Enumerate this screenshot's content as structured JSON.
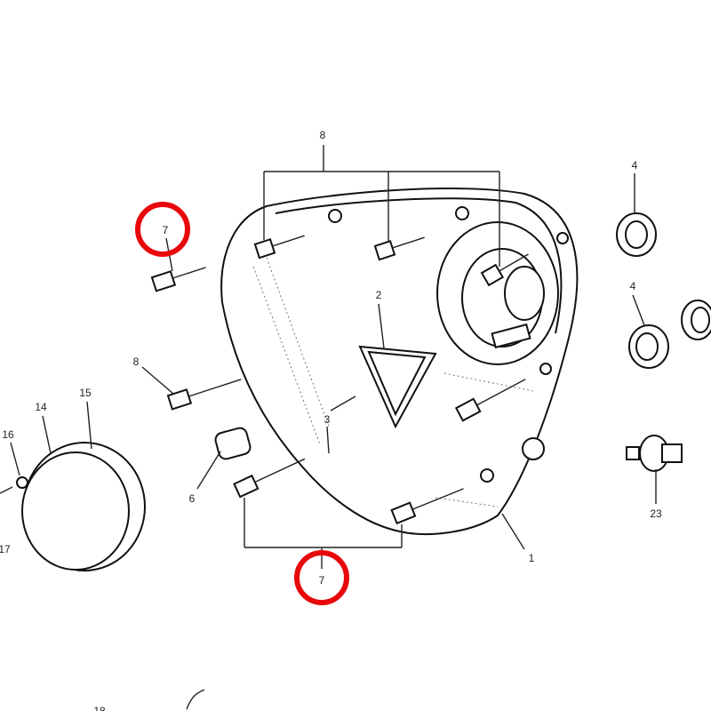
{
  "diagram": {
    "callouts": [
      {
        "id": "top-bolts",
        "label": "8"
      },
      {
        "id": "ring-top",
        "label": "4"
      },
      {
        "id": "bolt-highlighted-left",
        "label": "7",
        "highlighted": true
      },
      {
        "id": "inspection-plate",
        "label": "2"
      },
      {
        "id": "ring-mid",
        "label": "4"
      },
      {
        "id": "left-bolt",
        "label": "8"
      },
      {
        "id": "screws",
        "label": "3"
      },
      {
        "id": "outer-cover",
        "label": "15"
      },
      {
        "id": "gasket",
        "label": "14"
      },
      {
        "id": "washer",
        "label": "16"
      },
      {
        "id": "dowel",
        "label": "6"
      },
      {
        "id": "timing-cover",
        "label": "1"
      },
      {
        "id": "switch",
        "label": "23"
      },
      {
        "id": "screw-left",
        "label": "17"
      },
      {
        "id": "bolt-highlighted-bottom",
        "label": "7",
        "highlighted": true
      },
      {
        "id": "spring",
        "label": "18"
      }
    ],
    "highlight_color": "#e8070b"
  }
}
